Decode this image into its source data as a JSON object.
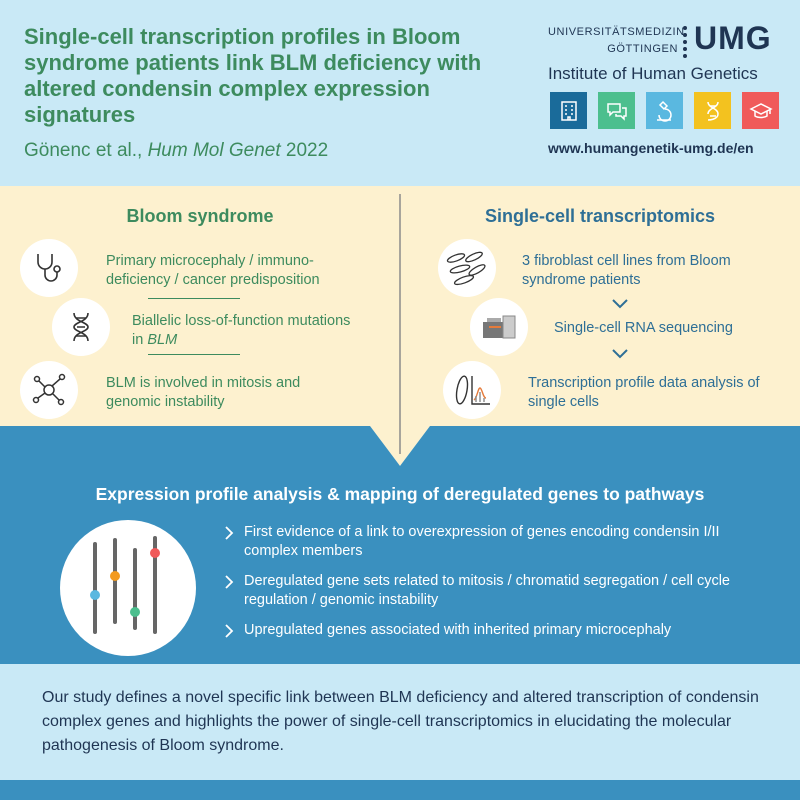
{
  "header": {
    "title": "Single-cell transcription profiles in Bloom syndrome patients link BLM deficiency with altered condensin complex expression signatures",
    "authors_prefix": "Gönenc et al.,",
    "journal": "Hum Mol Genet",
    "year": "2022",
    "umg_line1": "UNIVERSITÄTSMEDIZIN",
    "umg_line2": "GÖTTINGEN",
    "umg_logo": "UMG",
    "institute": "Institute of Human Genetics",
    "website": "www.humangenetik-umg.de/en",
    "icon_colors": [
      "#1a6b9a",
      "#4cbf8e",
      "#5ab8e0",
      "#f3c21f",
      "#f05a5a"
    ]
  },
  "bloom": {
    "title": "Bloom syndrome",
    "items": [
      {
        "text": "Primary microcephaly / immuno-deficiency / cancer predisposition",
        "icon": "stethoscope-icon"
      },
      {
        "text_plain": "Biallelic loss-of-function mutations in ",
        "text_em": "BLM",
        "icon": "dna-icon"
      },
      {
        "text": "BLM is involved in mitosis and genomic instability",
        "icon": "network-icon"
      }
    ]
  },
  "sc": {
    "title": "Single-cell transcriptomics",
    "items": [
      {
        "text": "3 fibroblast cell lines from Bloom syndrome patients",
        "icon": "cells-icon"
      },
      {
        "text": "Single-cell RNA sequencing",
        "icon": "sequencer-icon"
      },
      {
        "text": "Transcription profile data analysis of single cells",
        "icon": "cell-analysis-icon"
      }
    ]
  },
  "analysis": {
    "title": "Expression profile analysis & mapping of deregulated genes to pathways",
    "bullets": [
      "First evidence of a link to overexpression of genes encoding condensin I/II complex members",
      "Deregulated gene sets related to mitosis / chromatid segregation / cell cycle regulation / genomic instability",
      "Upregulated genes associated with inherited primary microcephaly"
    ],
    "slider_colors": [
      "#5ab8e0",
      "#f39a1e",
      "#4cbf8e",
      "#f05a5a"
    ]
  },
  "conclusion": "Our study defines a novel specific link between BLM deficiency and altered transcription of condensin complex genes and highlights the power of single-cell transcriptomics in elucidating the molecular pathogenesis of Bloom syndrome."
}
